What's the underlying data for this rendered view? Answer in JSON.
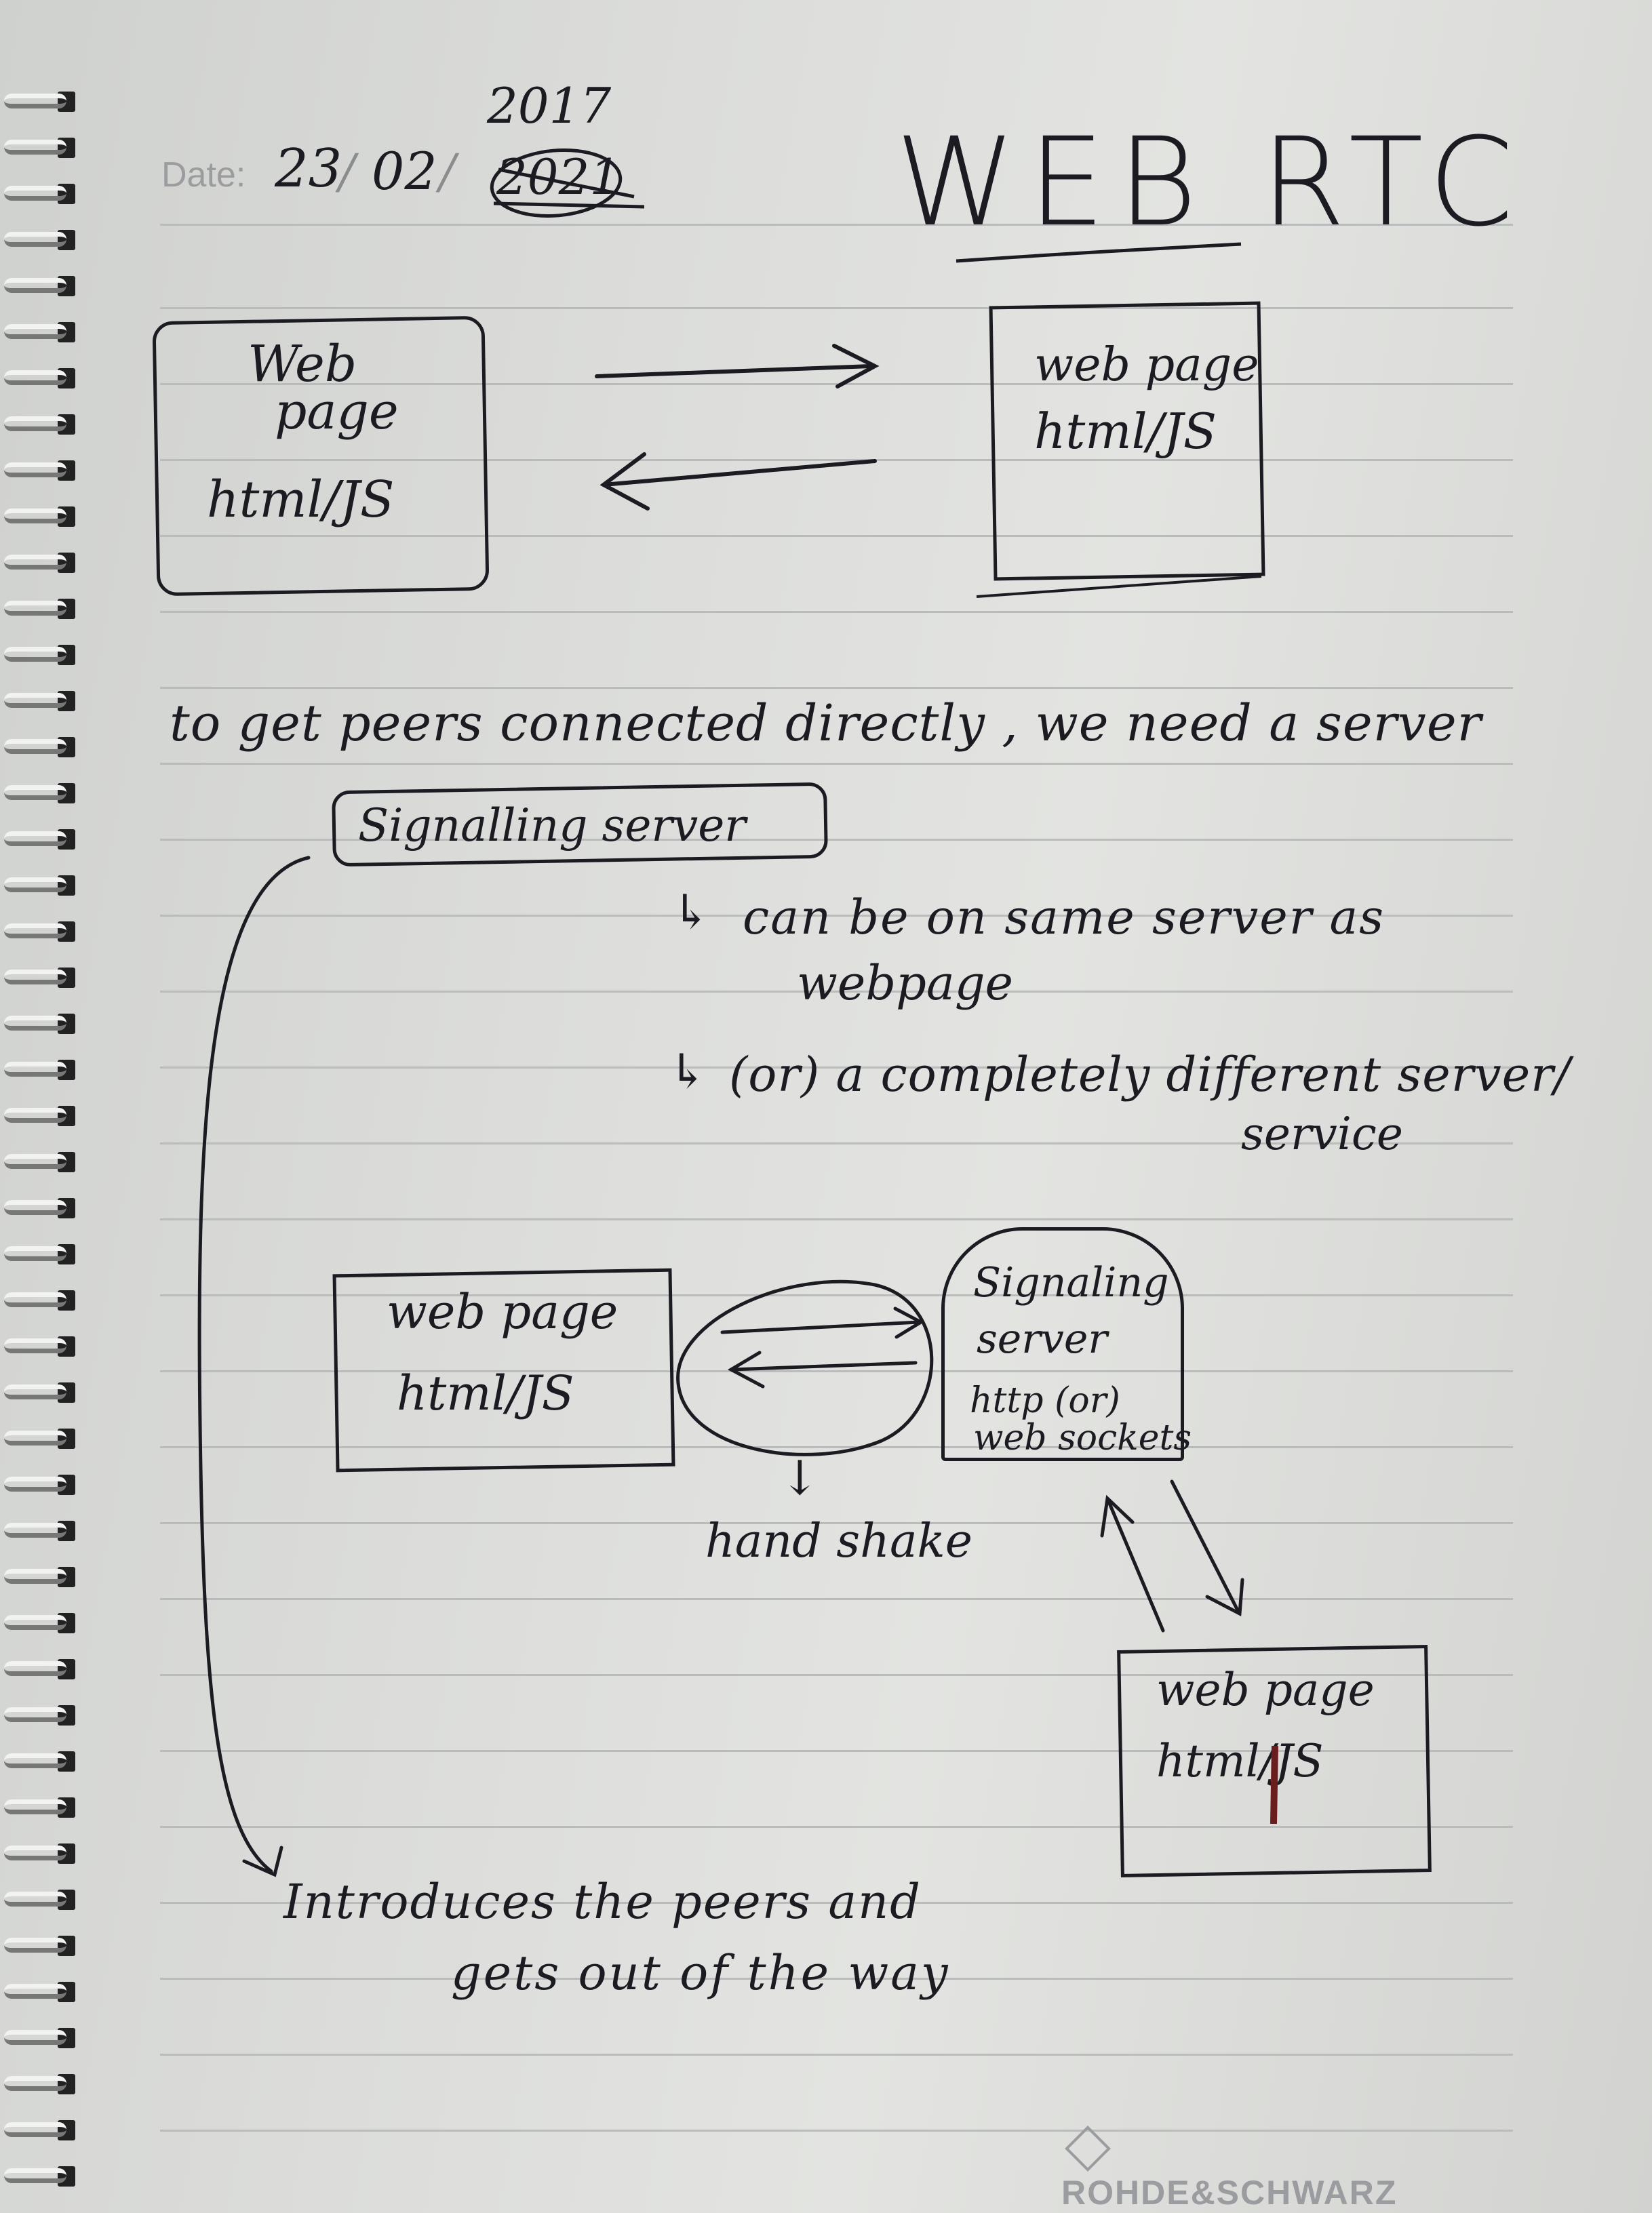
{
  "header": {
    "date_label": "Date:",
    "date_day": "23",
    "date_sep1": "/",
    "date_month": "02",
    "date_sep2": "/",
    "date_year_struck": "2021",
    "date_year": "2017",
    "title": "WEB RTC"
  },
  "top_diagram": {
    "left_box": {
      "line1": "Web",
      "line2": "page",
      "line3": "html/JS"
    },
    "right_box": {
      "line1": "web page",
      "line2": "html/JS"
    }
  },
  "notes": {
    "intro": "to get peers connected directly , we need a server",
    "signalling_server": "Signalling server",
    "option1": "can be on same server as",
    "option1_cont": "webpage",
    "option2": "(or) a completely different server/",
    "option2_cont": "service"
  },
  "bottom_diagram": {
    "left_box": {
      "line1": "web page",
      "line2": "html/JS"
    },
    "server_box": {
      "line1": "Signaling",
      "line2": "server",
      "line3": "http (or)",
      "line4": "web sockets"
    },
    "handshake": "hand shake",
    "lower_box": {
      "line1": "web page",
      "line2": "html/JS"
    }
  },
  "footer": {
    "note_line1": "Introduces the peers and",
    "note_line2": "gets out of the way",
    "brand": "ROHDE&SCHWARZ"
  }
}
